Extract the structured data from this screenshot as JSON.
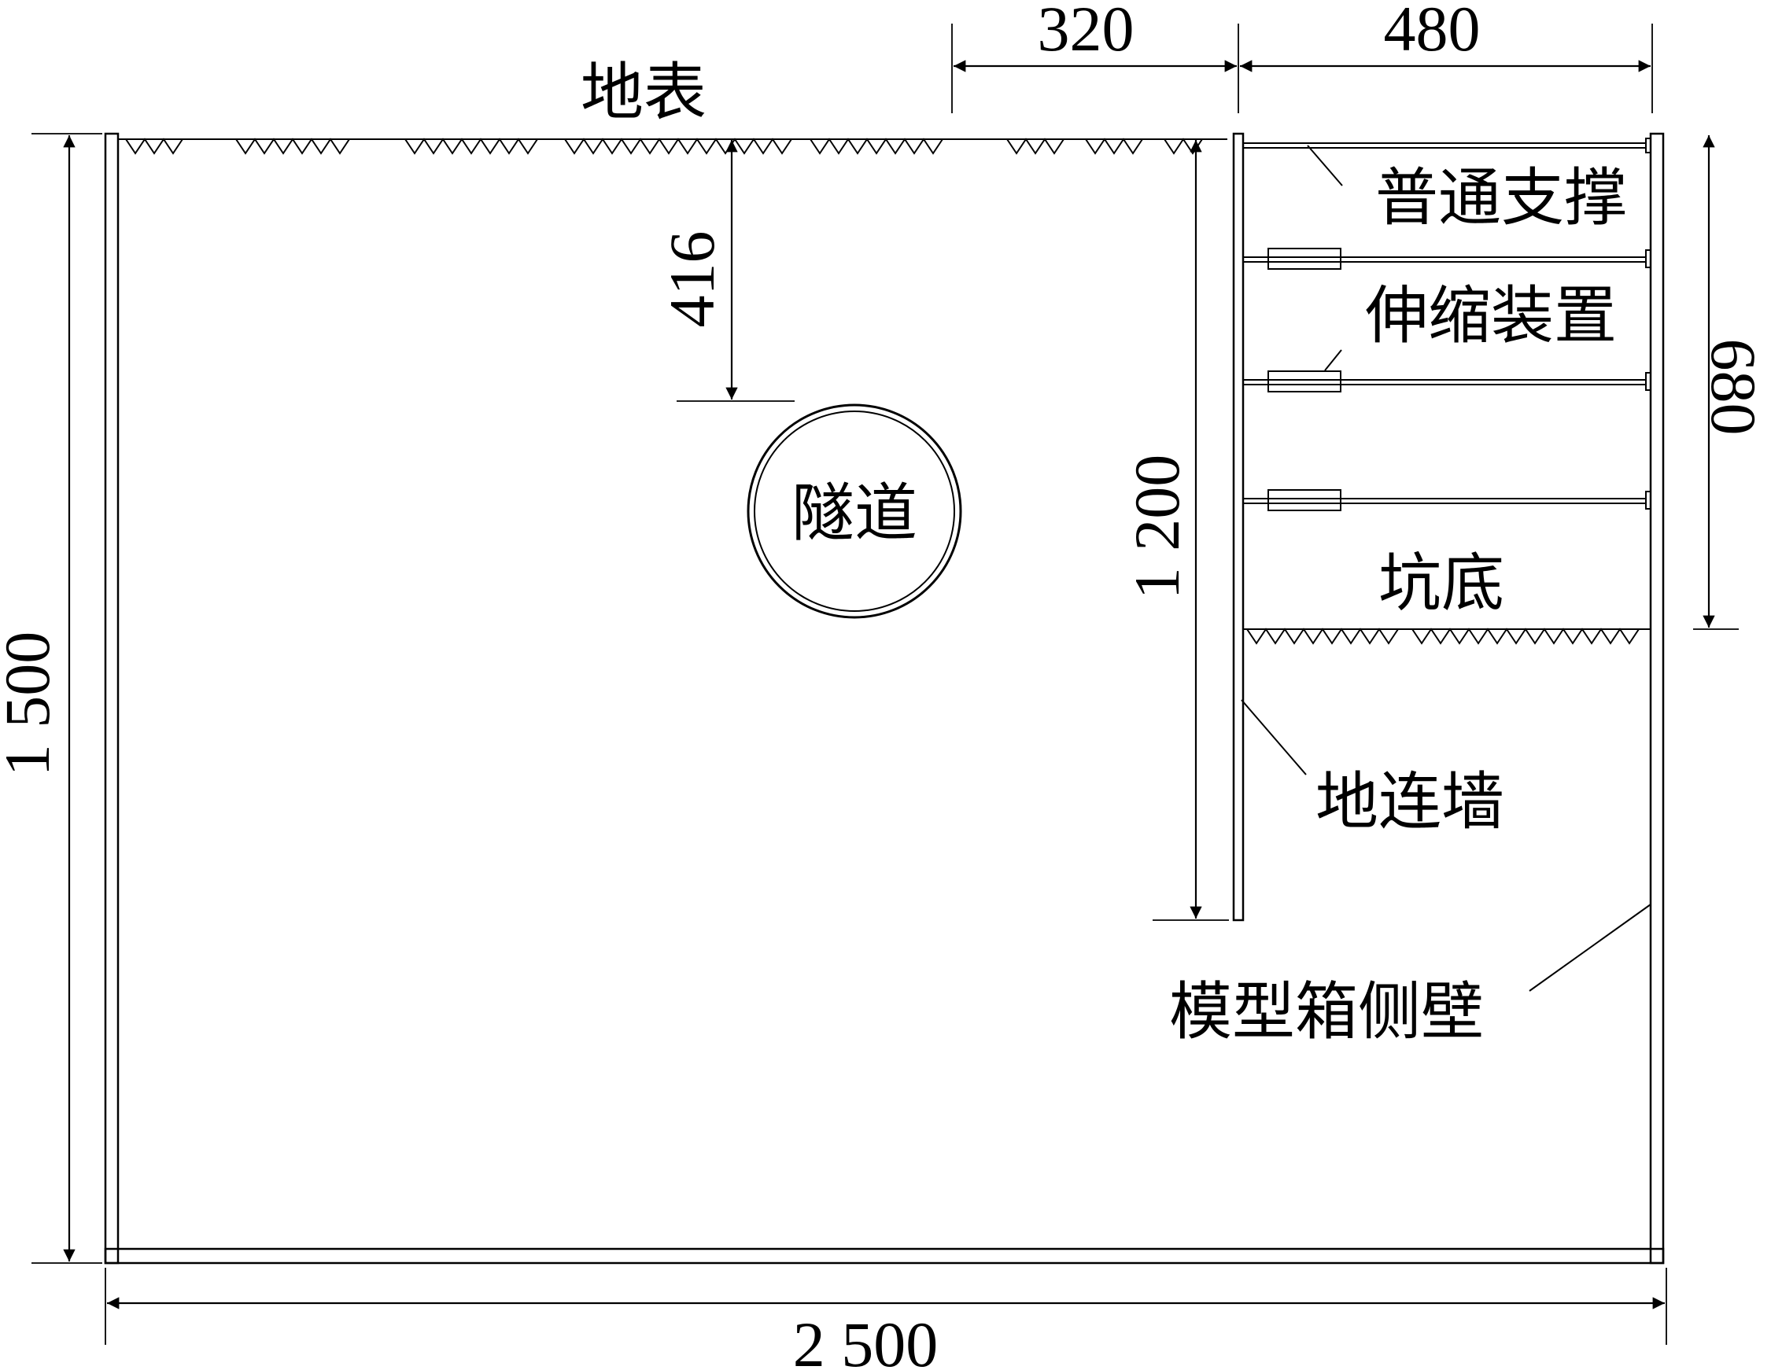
{
  "labels": {
    "ground_surface": "地表",
    "tunnel": "隧道",
    "normal_strut": "普通支撑",
    "telescopic_device": "伸缩装置",
    "pit_bottom": "坑底",
    "diaphragm_wall": "地连墙",
    "box_side_wall": "模型箱侧壁"
  },
  "dimensions": {
    "width_left": "320",
    "width_right": "480",
    "tunnel_depth": "416",
    "wall_depth": "1 200",
    "pit_depth": "680",
    "total_height": "1 500",
    "total_width": "2 500"
  },
  "colors": {
    "line": "#000000",
    "background": "#ffffff"
  }
}
